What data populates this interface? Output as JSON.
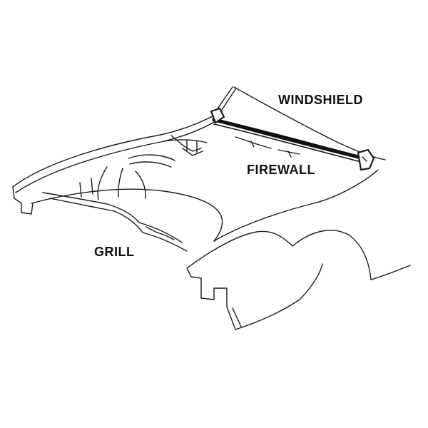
{
  "labels": {
    "windshield": "WINDSHIELD",
    "firewall": "FIREWALL",
    "grill": "GRILL"
  },
  "colors": {
    "line": "#1a1a1a",
    "seal": "#111111",
    "background": "#ffffff"
  }
}
